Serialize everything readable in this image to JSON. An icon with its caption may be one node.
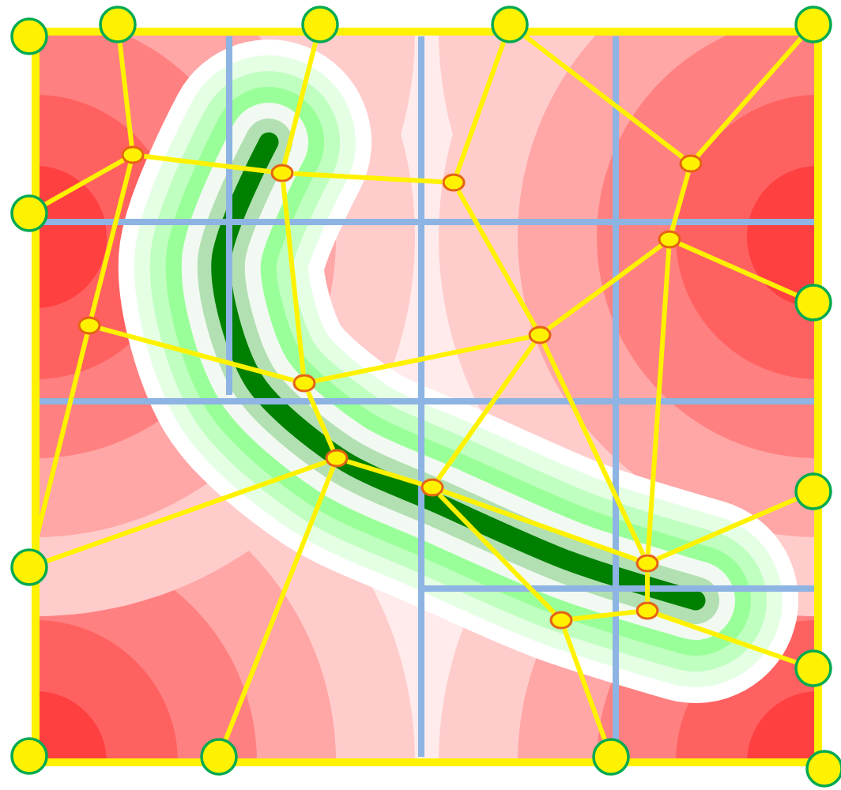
{
  "diagram": {
    "nodes": [
      {
        "text": [],
        "shape": "circle"
      },
      {
        "text": [],
        "shape": "circle"
      },
      {
        "text": [],
        "shape": "circle"
      },
      {
        "text": [],
        "shape": "circle"
      },
      {
        "text": [],
        "shape": "circle"
      },
      {
        "text": [],
        "shape": "circle"
      },
      {
        "text": [],
        "shape": "circle"
      },
      {
        "text": [],
        "shape": "circle"
      },
      {
        "text": [],
        "shape": "circle"
      },
      {
        "text": [],
        "shape": "circle"
      },
      {
        "text": [],
        "shape": "circle"
      },
      {
        "text": [],
        "shape": "circle"
      },
      {
        "text": [],
        "shape": "circle"
      },
      {
        "text": [],
        "shape": "circle"
      },
      {
        "text": [],
        "shape": "ellipse"
      },
      {
        "text": [],
        "shape": "ellipse"
      },
      {
        "text": [],
        "shape": "ellipse"
      },
      {
        "text": [],
        "shape": "ellipse"
      },
      {
        "text": [],
        "shape": "ellipse"
      },
      {
        "text": [],
        "shape": "ellipse"
      },
      {
        "text": [],
        "shape": "ellipse"
      },
      {
        "text": [],
        "shape": "ellipse"
      },
      {
        "text": [],
        "shape": "ellipse"
      },
      {
        "text": [],
        "shape": "ellipse"
      },
      {
        "text": [],
        "shape": "ellipse"
      },
      {
        "text": [],
        "shape": "ellipse"
      },
      {
        "text": [],
        "shape": "ellipse"
      }
    ],
    "edges": [
      {
        "from": 1,
        "to": 14,
        "arrow": "none"
      },
      {
        "from": 5,
        "to": 14,
        "arrow": "none"
      },
      {
        "from": 14,
        "to": 15,
        "arrow": "none"
      },
      {
        "from": 14,
        "to": 19,
        "arrow": "none"
      },
      {
        "from": 2,
        "to": 15,
        "arrow": "none"
      },
      {
        "from": 15,
        "to": 16,
        "arrow": "none"
      },
      {
        "from": 15,
        "to": 21,
        "arrow": "none"
      },
      {
        "from": 3,
        "to": 16,
        "arrow": "none"
      },
      {
        "from": 3,
        "to": 17,
        "arrow": "none"
      },
      {
        "from": 4,
        "to": 17,
        "arrow": "none"
      },
      {
        "from": 16,
        "to": 20,
        "arrow": "none"
      },
      {
        "from": 17,
        "to": 18,
        "arrow": "none"
      },
      {
        "from": 18,
        "to": 6,
        "arrow": "none"
      },
      {
        "from": 18,
        "to": 20,
        "arrow": "none"
      },
      {
        "from": 18,
        "to": 24,
        "arrow": "none"
      },
      {
        "from": 19,
        "to": 21,
        "arrow": "none"
      },
      {
        "from": 19,
        "to": 8,
        "arrow": "none"
      },
      {
        "from": 21,
        "to": 20,
        "arrow": "none"
      },
      {
        "from": 21,
        "to": 22,
        "arrow": "none"
      },
      {
        "from": 22,
        "to": 8,
        "arrow": "none"
      },
      {
        "from": 22,
        "to": 11,
        "arrow": "none"
      },
      {
        "from": 22,
        "to": 23,
        "arrow": "none"
      },
      {
        "from": 20,
        "to": 23,
        "arrow": "none"
      },
      {
        "from": 20,
        "to": 24,
        "arrow": "none"
      },
      {
        "from": 23,
        "to": 24,
        "arrow": "none"
      },
      {
        "from": 23,
        "to": 26,
        "arrow": "none"
      },
      {
        "from": 24,
        "to": 7,
        "arrow": "none"
      },
      {
        "from": 24,
        "to": 25,
        "arrow": "none"
      },
      {
        "from": 25,
        "to": 26,
        "arrow": "none"
      },
      {
        "from": 25,
        "to": 9,
        "arrow": "none"
      },
      {
        "from": 26,
        "to": 12,
        "arrow": "none"
      }
    ]
  }
}
